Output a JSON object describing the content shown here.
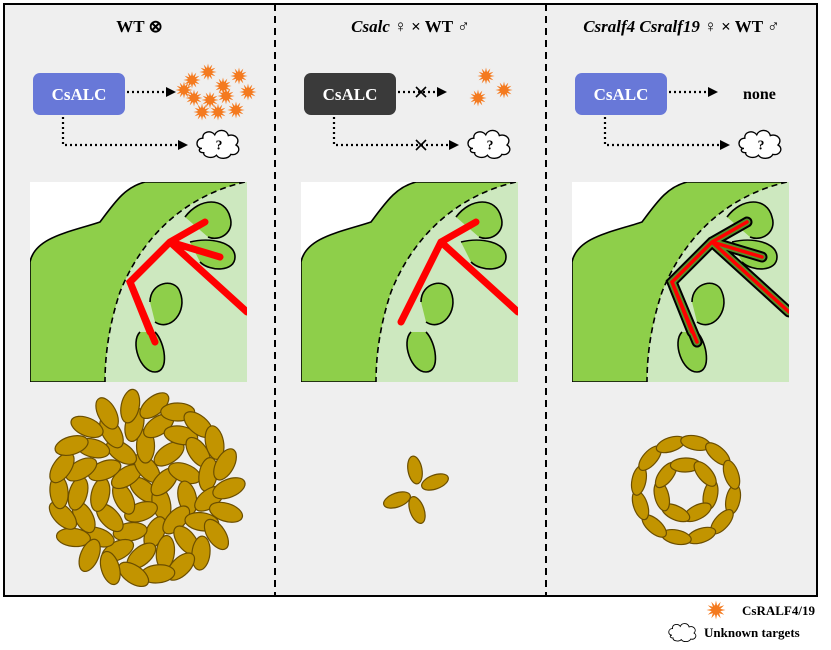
{
  "panels": [
    {
      "title_parts": [
        {
          "text": "WT ",
          "italic": false
        },
        {
          "text": "⊗",
          "italic": false
        }
      ],
      "box_label": "CsALC",
      "box_color": "#6878d8",
      "top_target": "ralf_many",
      "top_blocked": false,
      "bottom_blocked": false,
      "question": "?",
      "tube_wall": "normal",
      "grain_mode": "full"
    },
    {
      "title_parts": [
        {
          "text": "Csalc",
          "italic": true
        },
        {
          "text": " ♀ × WT ♂",
          "italic": false
        }
      ],
      "box_label": "CsALC",
      "box_color": "#3a3a3a",
      "top_target": "ralf_few",
      "top_blocked": true,
      "bottom_blocked": true,
      "question": "?",
      "tube_wall": "short",
      "grain_mode": "four"
    },
    {
      "title_parts": [
        {
          "text": "Csralf4 Csralf19",
          "italic": true
        },
        {
          "text": " ♀ × WT ♂",
          "italic": false
        }
      ],
      "box_label": "CsALC",
      "box_color": "#6878d8",
      "top_target": "none",
      "top_text": "none",
      "top_blocked": false,
      "bottom_blocked": false,
      "question": "?",
      "tube_wall": "outlined",
      "grain_mode": "ring"
    }
  ],
  "legend": {
    "items": [
      {
        "icon": "ralf-star-icon",
        "label": "CsRALF4/19"
      },
      {
        "icon": "cloud-icon",
        "label": "Unknown targets"
      }
    ]
  },
  "colors": {
    "panel_bg": "#efefef",
    "ovule_green": "#8ecf4a",
    "light_green": "#cde8bf",
    "pollen_tube_red": "#ff0000",
    "grain_fill": "#c29400",
    "grain_stroke": "#6b4e00",
    "ralf_orange": "#f47a1f"
  }
}
